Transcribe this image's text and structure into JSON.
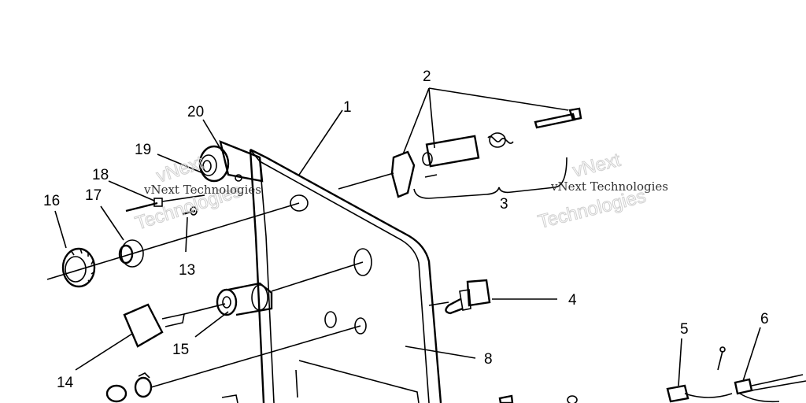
{
  "callouts": [
    {
      "id": "c1",
      "text": "1"
    },
    {
      "id": "c2",
      "text": "2"
    },
    {
      "id": "c3",
      "text": "3"
    },
    {
      "id": "c4",
      "text": "4"
    },
    {
      "id": "c5",
      "text": "5"
    },
    {
      "id": "c6",
      "text": "6"
    },
    {
      "id": "c8",
      "text": "8"
    },
    {
      "id": "c13",
      "text": "13"
    },
    {
      "id": "c14",
      "text": "14"
    },
    {
      "id": "c15",
      "text": "15"
    },
    {
      "id": "c16",
      "text": "16"
    },
    {
      "id": "c17",
      "text": "17"
    },
    {
      "id": "c18",
      "text": "18"
    },
    {
      "id": "c19",
      "text": "19"
    },
    {
      "id": "c20",
      "text": "20"
    }
  ],
  "watermarks": {
    "brand_line_1": "vNext",
    "brand_line_2": "Technologies",
    "brand_full": "vNext Technologies"
  }
}
